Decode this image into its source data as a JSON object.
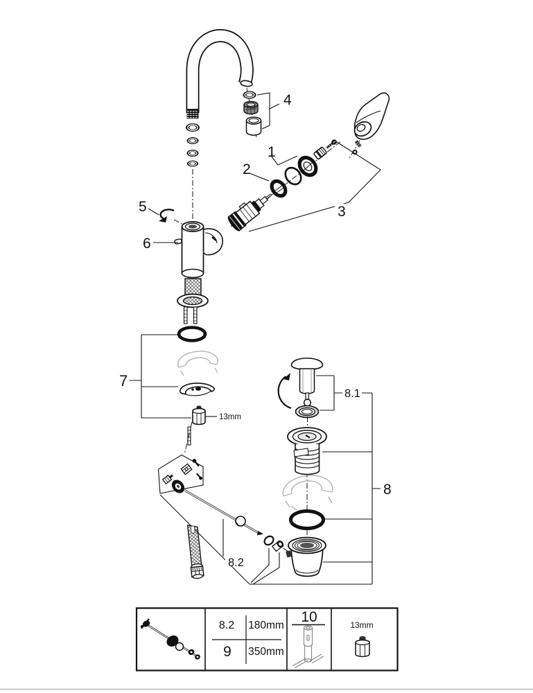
{
  "page": {
    "background": "#ffffff",
    "line_color": "#111111",
    "ghost_color": "#b3b3b3",
    "footer_rule_color": "#d0d0d0"
  },
  "callouts": {
    "p1": "1",
    "p2": "2",
    "p3": "3",
    "p4": "4",
    "p5": "5",
    "p6": "6",
    "p7": "7",
    "p8": "8",
    "p8_1": "8.1",
    "p8_2": "8.2",
    "wrench_size": "13mm"
  },
  "legend": {
    "rows": [
      {
        "part": "8.2",
        "length": "180mm"
      },
      {
        "part": "9",
        "length": "350mm"
      }
    ],
    "tool_part": "10",
    "wrench_size": "13mm"
  }
}
